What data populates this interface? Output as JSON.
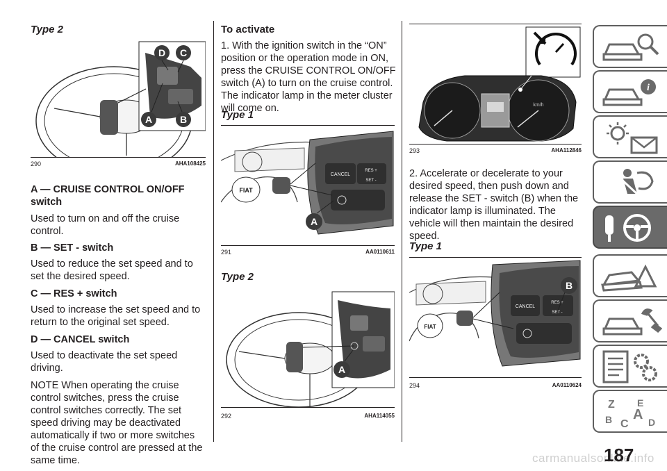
{
  "col1": {
    "type_heading": "Type 2",
    "fig1": {
      "num": "290",
      "code": "AHA108425",
      "labels": [
        "D",
        "C",
        "A",
        "B"
      ]
    },
    "items": [
      {
        "title": "A — CRUISE CONTROL ON/OFF switch",
        "desc": "Used to turn on and off the cruise control."
      },
      {
        "title": "B — SET - switch",
        "desc": "Used to reduce the set speed and to set the desired speed."
      },
      {
        "title": "C — RES + switch",
        "desc": "Used to increase the set speed and to return to the original set speed."
      },
      {
        "title": "D — CANCEL switch",
        "desc": "Used to deactivate the set speed driving."
      }
    ],
    "note": "NOTE  When operating the cruise control switches, press the cruise control switches correctly. The set speed driving may be deactivated automatically if two or more switches of the cruise control are pressed at the same time."
  },
  "col2": {
    "heading": "To activate",
    "step1": "1. With the ignition switch in the “ON” position or the operation mode in ON, press the CRUISE CONTROL ON/OFF switch (A) to turn on the cruise control. The indicator lamp in the meter cluster will come on.",
    "type1": "Type 1",
    "fig2": {
      "num": "291",
      "code": "AA0110611",
      "label": "A",
      "btn_cancel": "CANCEL",
      "btn_res": "RES +",
      "btn_set": "SET -"
    },
    "type2": "Type 2",
    "fig3": {
      "num": "292",
      "code": "AHA114055",
      "label": "A"
    }
  },
  "col3": {
    "fig4": {
      "num": "293",
      "code": "AHA112846",
      "speed_unit": "km/h"
    },
    "step2": "2. Accelerate or decelerate to your desired speed, then push down and release the SET - switch (B) when the indicator lamp is illuminated. The vehicle will then maintain the desired speed.",
    "type1": "Type 1",
    "fig5": {
      "num": "294",
      "code": "AA0110624",
      "label": "B",
      "btn_cancel": "CANCEL",
      "btn_res": "RES +",
      "btn_set": "SET -"
    }
  },
  "side_tabs": [
    {
      "icon": "car-search-icon"
    },
    {
      "icon": "car-info-icon"
    },
    {
      "icon": "warning-light-mail-icon"
    },
    {
      "icon": "seatbelt-airbag-icon"
    },
    {
      "icon": "key-steering-wheel-icon",
      "active": true
    },
    {
      "icon": "car-accident-icon"
    },
    {
      "icon": "car-wrench-icon"
    },
    {
      "icon": "specs-gears-icon"
    },
    {
      "icon": "alphabet-index-icon"
    }
  ],
  "page_number": "187",
  "watermark": "carmanualsonline.info"
}
